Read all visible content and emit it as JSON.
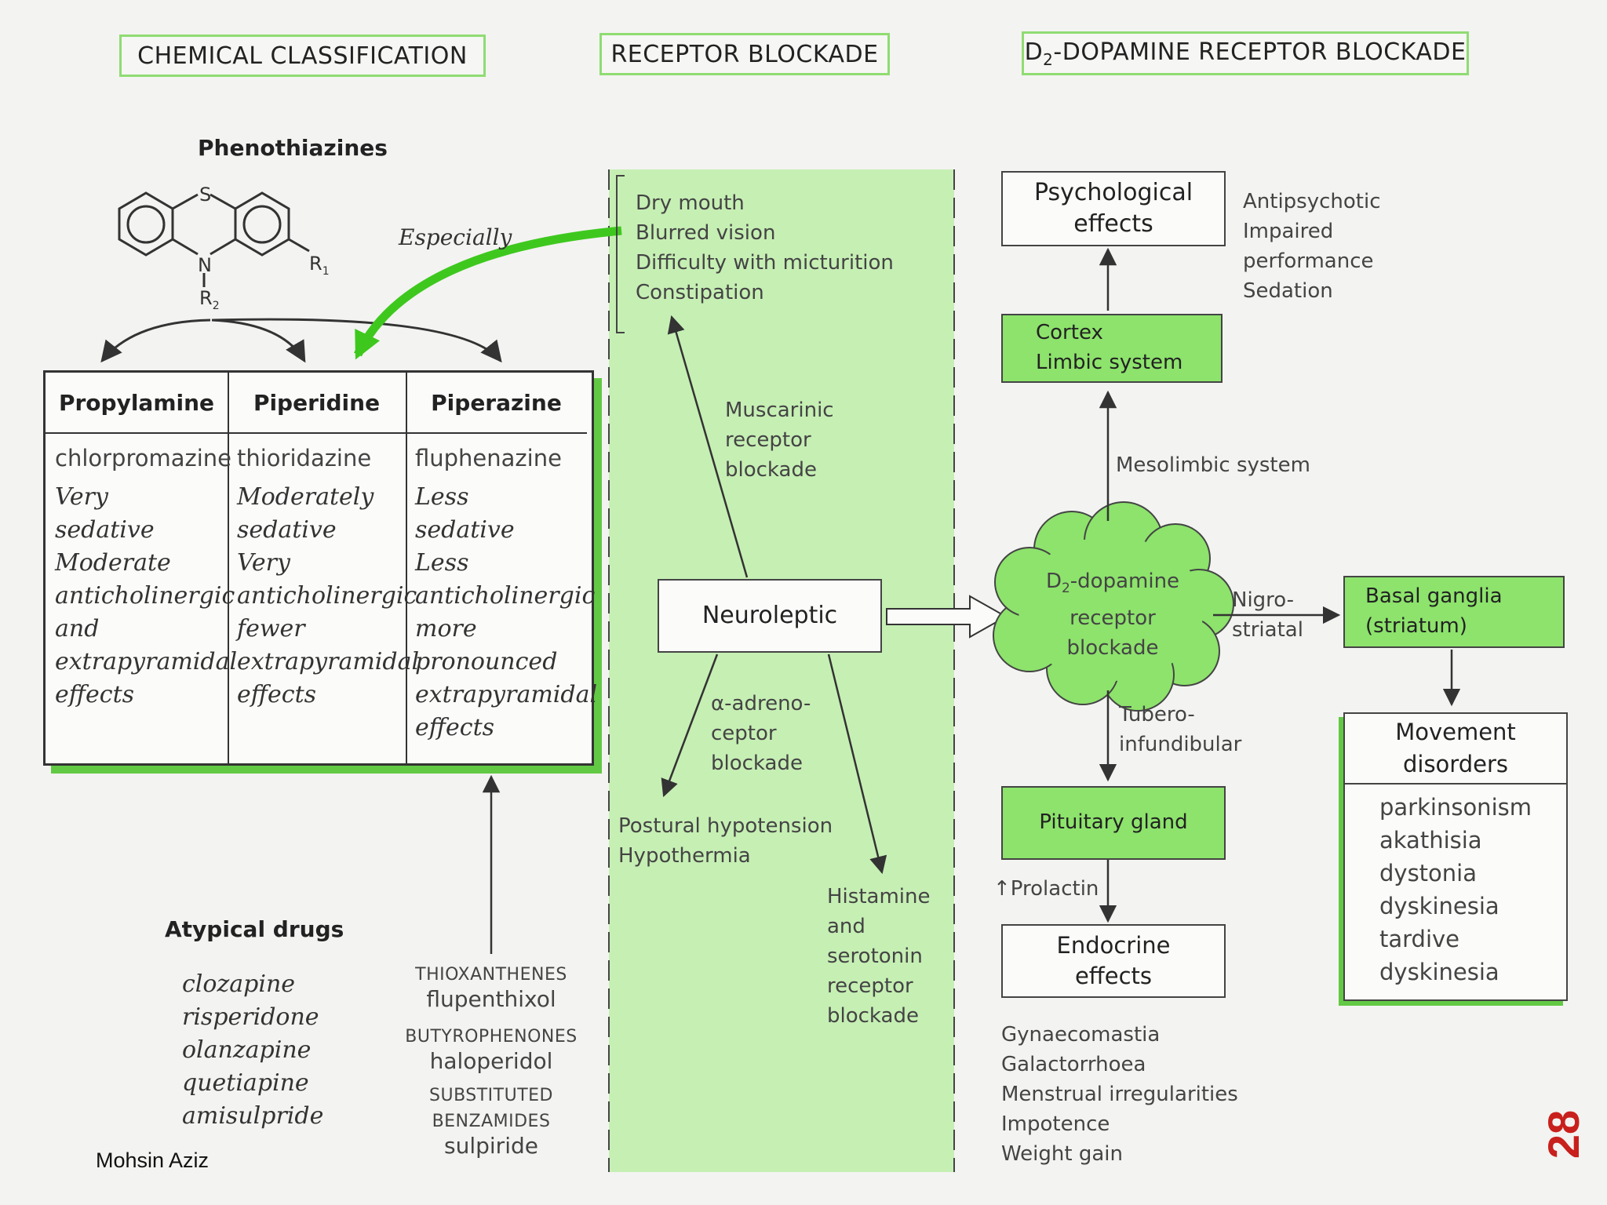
{
  "headers": {
    "chemical": "CHEMICAL CLASSIFICATION",
    "receptor": "RECEPTOR BLOCKADE",
    "d2_prefix": "D",
    "d2_sub": "2",
    "d2_rest": "-DOPAMINE RECEPTOR BLOCKADE"
  },
  "phenothiazines": {
    "title": "Phenothiazines",
    "atom_s": "S",
    "atom_n": "N",
    "r1": "R",
    "r1_sub": "1",
    "r2": "R",
    "r2_sub": "2",
    "especially": "Especially"
  },
  "table": {
    "columns": [
      {
        "head": "Propylamine",
        "drug": "chlorpromazine",
        "desc": "Very\nsedative\nModerate\nanticholinergic\nand\nextrapyramidal\neffects"
      },
      {
        "head": "Piperidine",
        "drug": "thioridazine",
        "desc": "Moderately\nsedative\nVery\nanticholinergic\nfewer\nextrapyramidal\neffects"
      },
      {
        "head": "Piperazine",
        "drug": "fluphenazine",
        "desc": "Less\nsedative\nLess\nanticholinergic\nmore\npronounced\nextrapyramidal\neffects"
      }
    ]
  },
  "atypical": {
    "title": "Atypical drugs",
    "drugs": "clozapine\nrisperidone\nolanzapine\nquetiapine\namisulpride"
  },
  "other_classes": {
    "thioxanthenes": "THIOXANTHENES",
    "flupenthixol": "flupenthixol",
    "butyrophenones": "BUTYROPHENONES",
    "haloperidol": "haloperidol",
    "substituted": "SUBSTITUTED",
    "benzamides": "BENZAMIDES",
    "sulpiride": "sulpiride"
  },
  "receptor": {
    "anticholinergic_effects": "Dry mouth\nBlurred vision\nDifficulty with micturition\nConstipation",
    "muscarinic": "Muscarinic\nreceptor\nblockade",
    "neuroleptic": "Neuroleptic",
    "alpha": "α-adreno-\nceptor\nblockade",
    "postural": "Postural hypotension\nHypothermia",
    "histamine": "Histamine\nand\nserotonin\nreceptor\nblockade"
  },
  "d2": {
    "psych_box": "Psychological\neffects",
    "psych_effects": "Antipsychotic\nImpaired\n  performance\nSedation",
    "cortex": "Cortex\nLimbic system",
    "mesolimbic": "Mesolimbic system",
    "cloud_prefix": "D",
    "cloud_sub": "2",
    "cloud_rest": "-dopamine",
    "cloud_lines": "receptor\nblockade",
    "nigrostriatal": "Nigro-\nstriatal",
    "basal": "Basal ganglia\n(striatum)",
    "tubero": "Tubero-\ninfundibular",
    "pituitary": "Pituitary gland",
    "prolactin_arrow": "↑",
    "prolactin": "Prolactin",
    "endocrine": "Endocrine\neffects",
    "endocrine_effects": "Gynaecomastia\nGalactorrhoea\nMenstrual irregularities\nImpotence\nWeight gain",
    "movement_title": "Movement\ndisorders",
    "movement_list": "parkinsonism\nakathisia\ndystonia\ndyskinesia\ntardive\ndyskinesia"
  },
  "footer": {
    "author": "Mohsin Aziz",
    "page": "28"
  },
  "colors": {
    "band": "#c6efb4",
    "green_box": "#8de36c",
    "header_border": "#8fdc72",
    "arrow_green": "#3ec81e",
    "page_number": "#c8201c"
  }
}
